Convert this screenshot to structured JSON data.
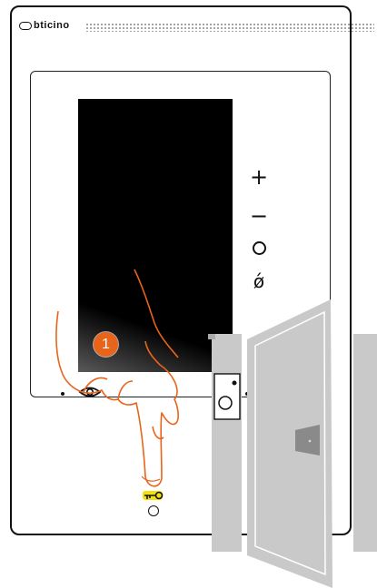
{
  "brand": {
    "logo_text": "bticino"
  },
  "controls": {
    "volume_up_symbol": "+",
    "volume_down_symbol": "−",
    "mic_symbol": "ǿ"
  },
  "step": {
    "number": "1"
  },
  "icons": [
    "bticino-logo",
    "speaker-grille",
    "volume-up-icon",
    "volume-down-icon",
    "circle-button-icon",
    "mute-microphone-icon",
    "eye-icon",
    "key-icon",
    "door-icon",
    "entrance-panel-icon",
    "pointing-hand-icon"
  ],
  "colors": {
    "accent": "#e8641b",
    "key_highlight": "#f4e00a",
    "door": "#c9c9c9",
    "hand_outline": "#e8641b"
  }
}
